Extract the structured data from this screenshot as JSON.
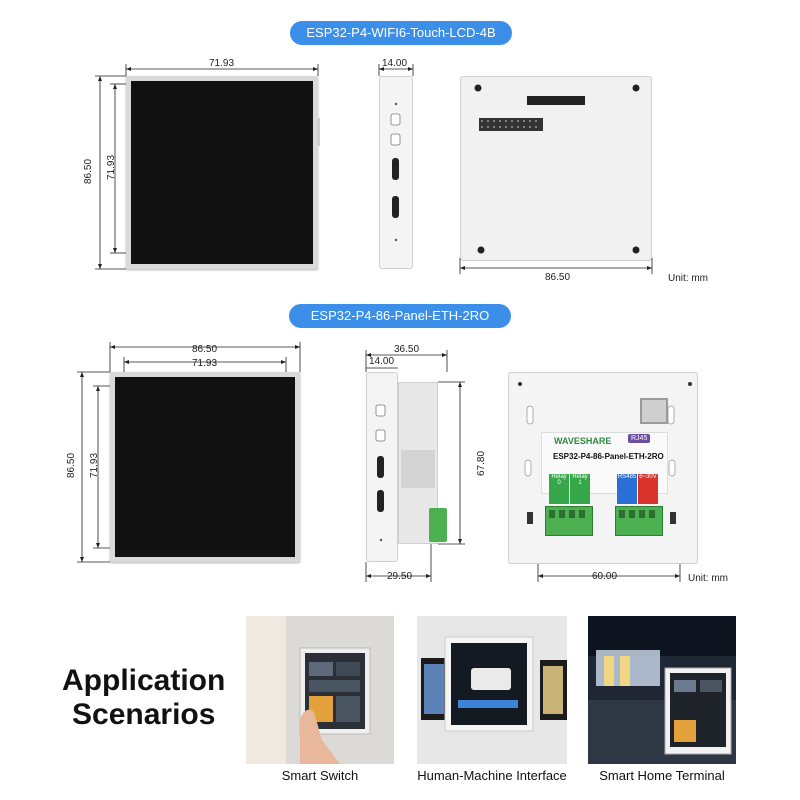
{
  "section1": {
    "title": "ESP32-P4-WIFI6-Touch-LCD-4B",
    "front_width": "71.93",
    "front_height_outer": "86.50",
    "front_height_inner": "71.93",
    "side_depth": "14.00",
    "back_width": "86.50",
    "unit": "Unit: mm"
  },
  "section2": {
    "title": "ESP32-P4-86-Panel-ETH-2RO",
    "front_width_outer": "86.50",
    "front_width_inner": "71.93",
    "front_height_outer": "86.50",
    "front_height_inner": "71.93",
    "side_depth_total": "36.50",
    "side_depth_front": "14.00",
    "side_height": "67.80",
    "side_base": "29.50",
    "back_width": "60.00",
    "unit": "Unit: mm",
    "board_brand": "WAVESHARE",
    "board_name": "ESP32-P4-86-Panel-ETH-2RO",
    "rj45_label": "RJ45",
    "relay0_label": "Relay 0",
    "relay1_label": "Relay 1",
    "rs485_label": "RS485",
    "power_label": "6~30V"
  },
  "applications": {
    "heading_line1": "Application",
    "heading_line2": "Scenarios",
    "items": [
      {
        "caption": "Smart Switch"
      },
      {
        "caption": "Human-Machine Interface"
      },
      {
        "caption": "Smart Home Terminal"
      }
    ]
  },
  "colors": {
    "accent": "#3b8fe8",
    "relay_green": "#37a84a",
    "rs485_blue": "#2a6fd6",
    "power_red": "#d9342b",
    "terminal_green": "#4caf50"
  }
}
